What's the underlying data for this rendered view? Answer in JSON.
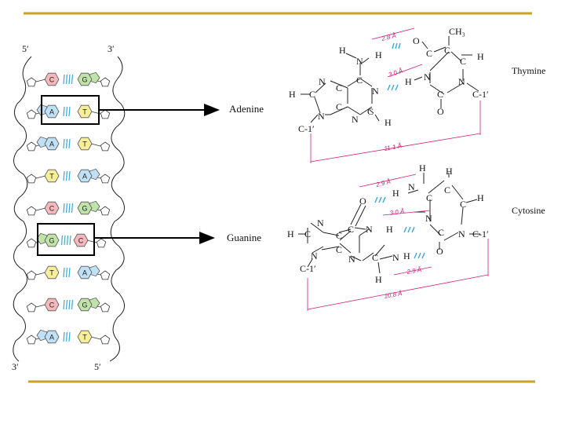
{
  "colors": {
    "rule": "#c8a325",
    "adenine": "#bfe0f5",
    "thymine": "#f7ee9a",
    "guanine": "#bfe3a8",
    "cytosine": "#f5b8bd",
    "hbond": "#3aa8d8",
    "distance": "#d0207a"
  },
  "helix": {
    "five_prime_top": "5′",
    "three_prime_top": "3′",
    "three_prime_bottom": "3′",
    "five_prime_bottom": "5′",
    "pairs": [
      {
        "left": "C",
        "right": "G"
      },
      {
        "left": "A",
        "right": "T"
      },
      {
        "left": "A",
        "right": "T"
      },
      {
        "left": "T",
        "right": "A"
      },
      {
        "left": "C",
        "right": "G"
      },
      {
        "left": "G",
        "right": "C"
      },
      {
        "left": "T",
        "right": "A"
      },
      {
        "left": "C",
        "right": "G"
      },
      {
        "left": "A",
        "right": "T"
      }
    ]
  },
  "labels": {
    "adenine": "Adenine",
    "guanine": "Guanine",
    "thymine": "Thymine",
    "cytosine": "Cytosine"
  },
  "at_pair": {
    "d1": "2.8 Å",
    "d2": "3.0 Å",
    "d3": "11.1 Å",
    "atoms": {
      "h_top": "H",
      "n_amine": "N",
      "h_amine": "H",
      "n7": "N",
      "c5": "C",
      "c6": "C",
      "n1": "N",
      "c8": "C",
      "h8": "H",
      "n9": "N",
      "c1a": "C-1′",
      "c4": "C",
      "n3": "N",
      "c2": "C",
      "h2": "H",
      "o4": "O",
      "c4t": "C",
      "c5t": "C",
      "ch3": "CH₃",
      "c6t": "C",
      "h6": "H",
      "n3t": "N",
      "h3": "H",
      "c2t": "C",
      "o2": "O",
      "n1t": "N",
      "c1t": "C-1′"
    }
  },
  "gc_pair": {
    "d1": "2.9 Å",
    "d2": "3.0 Å",
    "d3": "2.9 Å",
    "d4": "10.8 Å",
    "atoms": {
      "o6": "O",
      "c6": "C",
      "n7": "N",
      "c5": "C",
      "c8": "C",
      "h8": "H",
      "n9": "N",
      "c4": "C",
      "c1g": "C-1′",
      "n3": "N",
      "c2": "C",
      "n1": "N",
      "h1": "H",
      "n2": "N",
      "h2a": "H",
      "h2b": "H",
      "h_top": "H",
      "n4": "N",
      "h4": "H",
      "c4c": "C",
      "c5c": "C",
      "h5": "H",
      "c6c": "C",
      "h6": "H",
      "n3c": "N",
      "c2c": "C",
      "o2": "O",
      "n1c": "N",
      "c1c": "C-1′"
    }
  }
}
